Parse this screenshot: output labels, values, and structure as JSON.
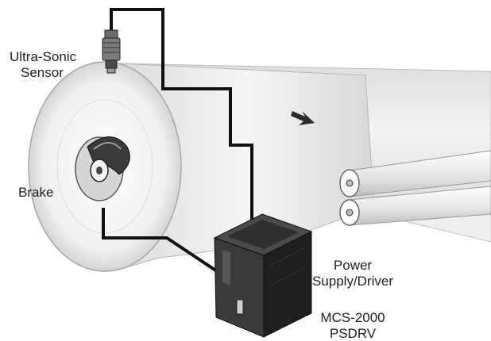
{
  "labels": {
    "sensor_line1": "Ultra-Sonic",
    "sensor_line2": "Sensor",
    "brake": "Brake",
    "power_line1": "Power",
    "power_line2": "Supply/Driver",
    "model_line1": "MCS-2000",
    "model_line2": "PSDRV"
  },
  "colors": {
    "wire": "#111111",
    "web": "#e9e9ea",
    "roll": "#f2f2f2",
    "driver_box": "#2a2a2a",
    "text": "#222222"
  },
  "icons": {
    "sensor": "ultrasonic-sensor-icon",
    "brake": "disc-brake-icon",
    "driver": "power-supply-box-icon",
    "direction": "arrow-right-icon"
  }
}
